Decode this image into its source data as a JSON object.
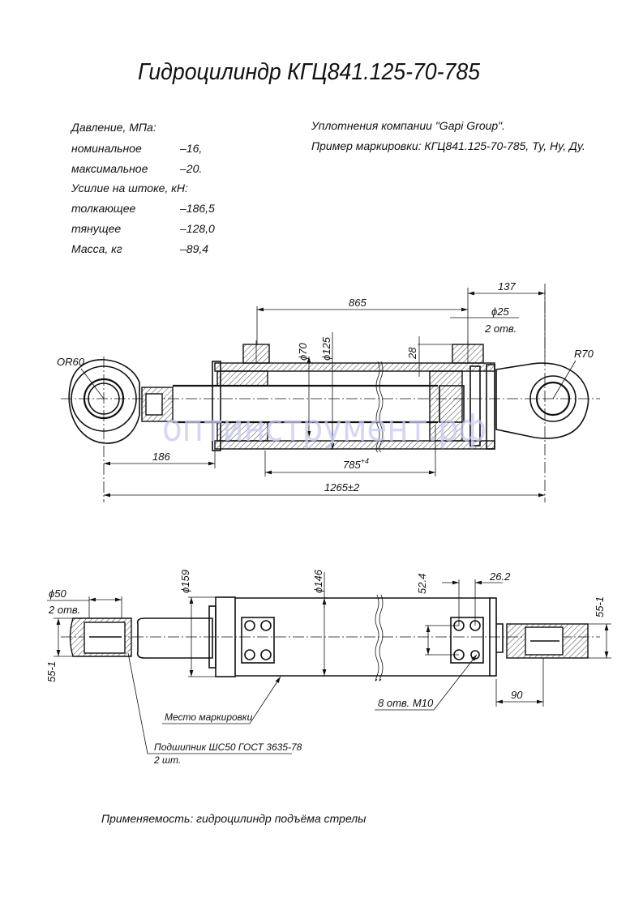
{
  "title": "Гидроцилиндр КГЦ841.125-70-785",
  "specs": {
    "pressure_header": "Давление, МПа:",
    "nominal_label": "номинальное",
    "nominal_value": "–16,",
    "max_label": "максимальное",
    "max_value": "–20.",
    "force_header": "Усилие на штоке, кН:",
    "push_label": "толкающее",
    "push_value": "–186,5",
    "pull_label": "тянущее",
    "pull_value": "–128,0",
    "mass_label": "Масса, кг",
    "mass_value": "–89,4"
  },
  "notes": {
    "seals": "Уплотнения компании \"Gapi Group\".",
    "marking_example": "Пример маркировки: КГЦ841.125-70-785, Ту, Ну, Ду."
  },
  "top_view": {
    "dim_865": "865",
    "dim_137": "137",
    "dim_d25": "ϕ25",
    "holes_2": "2 отв.",
    "dim_d70": "ϕ70",
    "dim_d125": "ϕ125",
    "dim_28": "28",
    "or60": "OR60",
    "r70": "R70",
    "dim_186": "186",
    "dim_785": "785",
    "dim_785_tol": "+4",
    "dim_1265": "1265±2"
  },
  "watermark": "оптинструмент.рф",
  "bottom_view": {
    "dim_d50": "ϕ50",
    "holes_2": "2 отв.",
    "dim_55_left": "55-1",
    "dim_d159": "ϕ159",
    "dim_d146": "ϕ146",
    "dim_52_4": "52.4",
    "dim_26_2": "26.2",
    "dim_55_right": "55-1",
    "dim_90": "90",
    "holes_m10": "8 отв. М10",
    "marking_place": "Место маркировки",
    "bearing": "Подшипник ШС50 ГОСТ 3635-78",
    "bearing_qty": "2 шт."
  },
  "application": "Применяемость: гидроцилиндр подъёма стрелы"
}
